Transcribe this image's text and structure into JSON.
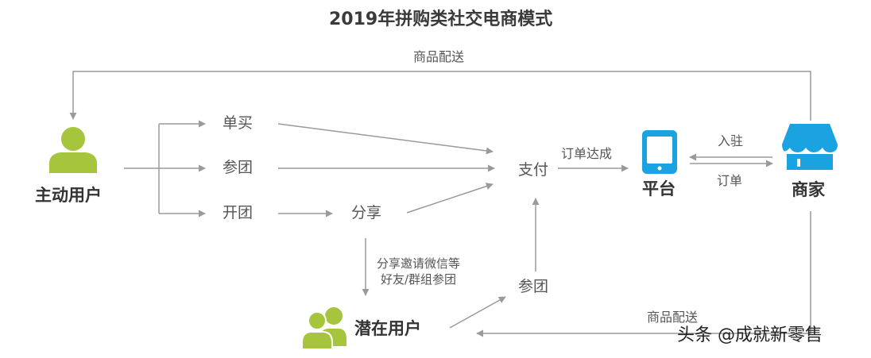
{
  "title": "2019年拼购类社交电商模式",
  "nodes": {
    "active_user": "主动用户",
    "single_buy": "单买",
    "join_group": "参团",
    "open_group": "开团",
    "share": "分享",
    "pay": "支付",
    "platform": "平台",
    "merchant": "商家",
    "potential_user": "潜在用户",
    "join_group_2": "参团"
  },
  "edges": {
    "delivery_top": "商品配送",
    "order_done": "订单达成",
    "settle_in": "入驻",
    "order": "订单",
    "share_note_line1": "分享邀请微信等",
    "share_note_line2": "好友/群组参团",
    "delivery_bottom": "商品配送"
  },
  "watermark": "头条 @成就新零售",
  "colors": {
    "user_icon": "#a6c43c",
    "phone_icon": "#1aa3e0",
    "shop_icon": "#1aa3e0",
    "arrow": "#9a9a9a"
  }
}
